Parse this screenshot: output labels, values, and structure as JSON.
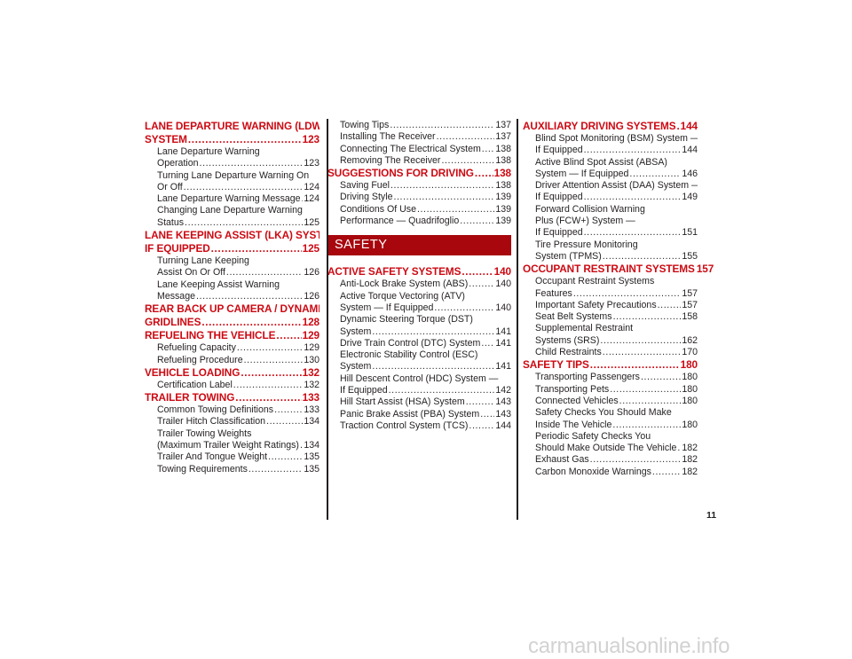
{
  "columns": [
    {
      "entries": [
        {
          "level": "head",
          "lines": [
            "LANE DEPARTURE WARNING (LDW)",
            "SYSTEM"
          ],
          "page": "123"
        },
        {
          "level": "sub",
          "lines": [
            "Lane Departure Warning",
            "Operation"
          ],
          "page": "123"
        },
        {
          "level": "sub",
          "lines": [
            "Turning Lane Departure Warning On",
            "Or Off"
          ],
          "page": "124"
        },
        {
          "level": "sub",
          "lines": [
            "Lane Departure Warning Message"
          ],
          "page": "124"
        },
        {
          "level": "sub",
          "lines": [
            "Changing Lane Departure Warning",
            "Status"
          ],
          "page": "125"
        },
        {
          "level": "head",
          "lines": [
            "LANE KEEPING ASSIST (LKA) SYSTEM —",
            "IF EQUIPPED"
          ],
          "page": "125"
        },
        {
          "level": "sub",
          "lines": [
            "Turning Lane Keeping",
            "Assist On Or Off"
          ],
          "page": "126"
        },
        {
          "level": "sub",
          "lines": [
            "Lane Keeping Assist Warning",
            "Message"
          ],
          "page": "126"
        },
        {
          "level": "head",
          "lines": [
            "REAR BACK UP CAMERA / DYNAMIC",
            "GRIDLINES"
          ],
          "page": "128"
        },
        {
          "level": "head",
          "lines": [
            "REFUELING THE VEHICLE"
          ],
          "page": "129"
        },
        {
          "level": "sub",
          "lines": [
            "Refueling Capacity"
          ],
          "page": "129"
        },
        {
          "level": "sub",
          "lines": [
            "Refueling Procedure"
          ],
          "page": "130"
        },
        {
          "level": "head",
          "lines": [
            "VEHICLE LOADING"
          ],
          "page": "132"
        },
        {
          "level": "sub",
          "lines": [
            "Certification Label"
          ],
          "page": "132"
        },
        {
          "level": "head",
          "lines": [
            "TRAILER TOWING"
          ],
          "page": "133"
        },
        {
          "level": "sub",
          "lines": [
            "Common Towing Definitions"
          ],
          "page": "133"
        },
        {
          "level": "sub",
          "lines": [
            "Trailer Hitch Classification"
          ],
          "page": "134"
        },
        {
          "level": "sub",
          "lines": [
            "Trailer Towing Weights",
            "(Maximum Trailer Weight Ratings)"
          ],
          "page": "134"
        },
        {
          "level": "sub",
          "lines": [
            "Trailer And Tongue Weight"
          ],
          "page": "135"
        },
        {
          "level": "sub",
          "lines": [
            "Towing Requirements"
          ],
          "page": "135"
        }
      ]
    },
    {
      "entries": [
        {
          "level": "sub",
          "lines": [
            "Towing Tips"
          ],
          "page": "137"
        },
        {
          "level": "sub",
          "lines": [
            "Installing The Receiver"
          ],
          "page": "137"
        },
        {
          "level": "sub",
          "lines": [
            "Connecting The Electrical System"
          ],
          "page": "138"
        },
        {
          "level": "sub",
          "lines": [
            "Removing The Receiver"
          ],
          "page": "138"
        },
        {
          "level": "head",
          "lines": [
            "SUGGESTIONS FOR DRIVING"
          ],
          "page": "138"
        },
        {
          "level": "sub",
          "lines": [
            "Saving Fuel"
          ],
          "page": "138"
        },
        {
          "level": "sub",
          "lines": [
            "Driving Style"
          ],
          "page": "139"
        },
        {
          "level": "sub",
          "lines": [
            "Conditions Of Use"
          ],
          "page": "139"
        },
        {
          "level": "sub",
          "lines": [
            "Performance — Quadrifoglio"
          ],
          "page": "139"
        },
        {
          "level": "section",
          "label": "SAFETY"
        },
        {
          "level": "head",
          "lines": [
            "ACTIVE SAFETY SYSTEMS"
          ],
          "page": "140"
        },
        {
          "level": "sub",
          "lines": [
            "Anti-Lock Brake System (ABS)"
          ],
          "page": "140"
        },
        {
          "level": "sub",
          "lines": [
            "Active Torque Vectoring (ATV)",
            "System — If Equipped"
          ],
          "page": "140"
        },
        {
          "level": "sub",
          "lines": [
            "Dynamic Steering Torque (DST)",
            "System"
          ],
          "page": "141"
        },
        {
          "level": "sub",
          "lines": [
            "Drive Train Control (DTC) System"
          ],
          "page": "141"
        },
        {
          "level": "sub",
          "lines": [
            "Electronic Stability Control (ESC)",
            "System"
          ],
          "page": "141"
        },
        {
          "level": "sub",
          "lines": [
            "Hill Descent Control (HDC) System —",
            "If Equipped"
          ],
          "page": "142"
        },
        {
          "level": "sub",
          "lines": [
            "Hill Start Assist (HSA) System"
          ],
          "page": "143"
        },
        {
          "level": "sub",
          "lines": [
            "Panic Brake Assist (PBA) System"
          ],
          "page": "143"
        },
        {
          "level": "sub",
          "lines": [
            "Traction Control System (TCS)"
          ],
          "page": "144"
        }
      ]
    },
    {
      "entries": [
        {
          "level": "head",
          "lines": [
            "AUXILIARY DRIVING SYSTEMS"
          ],
          "page": "144"
        },
        {
          "level": "sub",
          "lines": [
            "Blind Spot Monitoring (BSM) System —",
            "If Equipped"
          ],
          "page": "144"
        },
        {
          "level": "sub",
          "lines": [
            "Active Blind Spot Assist (ABSA)",
            "System — If Equipped"
          ],
          "page": "146"
        },
        {
          "level": "sub",
          "lines": [
            "Driver Attention Assist (DAA) System —",
            "If Equipped"
          ],
          "page": "149"
        },
        {
          "level": "sub",
          "lines": [
            "Forward Collision Warning",
            "Plus (FCW+) System —",
            "If Equipped"
          ],
          "page": "151"
        },
        {
          "level": "sub",
          "lines": [
            "Tire Pressure Monitoring",
            "System (TPMS)"
          ],
          "page": "155"
        },
        {
          "level": "head",
          "lines": [
            "OCCUPANT RESTRAINT SYSTEMS"
          ],
          "page": "157"
        },
        {
          "level": "sub",
          "lines": [
            "Occupant Restraint Systems",
            "Features"
          ],
          "page": "157"
        },
        {
          "level": "sub",
          "lines": [
            "Important Safety Precautions"
          ],
          "page": "157"
        },
        {
          "level": "sub",
          "lines": [
            "Seat Belt Systems"
          ],
          "page": "158"
        },
        {
          "level": "sub",
          "lines": [
            "Supplemental Restraint",
            "Systems (SRS)"
          ],
          "page": "162"
        },
        {
          "level": "sub",
          "lines": [
            "Child Restraints"
          ],
          "page": "170"
        },
        {
          "level": "head",
          "lines": [
            "SAFETY TIPS"
          ],
          "page": "180"
        },
        {
          "level": "sub",
          "lines": [
            "Transporting Passengers"
          ],
          "page": "180"
        },
        {
          "level": "sub",
          "lines": [
            "Transporting Pets"
          ],
          "page": "180"
        },
        {
          "level": "sub",
          "lines": [
            "Connected Vehicles"
          ],
          "page": "180"
        },
        {
          "level": "sub",
          "lines": [
            "Safety Checks You Should Make",
            "Inside The Vehicle"
          ],
          "page": "180"
        },
        {
          "level": "sub",
          "lines": [
            "Periodic Safety Checks You",
            "Should Make Outside The Vehicle"
          ],
          "page": "182"
        },
        {
          "level": "sub",
          "lines": [
            "Exhaust Gas"
          ],
          "page": "182"
        },
        {
          "level": "sub",
          "lines": [
            "Carbon Monoxide Warnings"
          ],
          "page": "182"
        }
      ]
    }
  ],
  "page_number": "11",
  "watermark": "carmanualsonline.info",
  "colors": {
    "heading": "#cc0a13",
    "section_bar": "#a7070d",
    "text": "#231f20"
  }
}
